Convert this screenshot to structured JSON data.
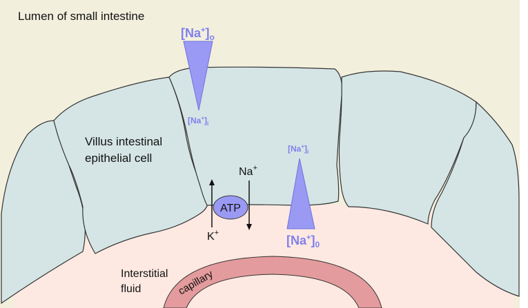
{
  "labels": {
    "lumen": "Lumen of small intestine",
    "cell_line1": "Villus intestinal",
    "cell_line2": "epithelial cell",
    "interstitial_line1": "Interstitial",
    "interstitial_line2": "fluid",
    "capillary": "capillary",
    "na_plus": "Na",
    "k_plus": "K",
    "plus": "+",
    "atp": "ATP"
  },
  "gradient_apical": {
    "top_label": "[Na",
    "top_sub": "o",
    "bottom_label": "[Na",
    "bottom_sub": "i"
  },
  "gradient_basal": {
    "top_label": "[Na",
    "top_sub": "i",
    "bottom_label": "[Na",
    "bottom_sub": "0"
  },
  "bracket_plus": "+]",
  "colors": {
    "lumen": "#f2efdd",
    "cell": "#d5e5e5",
    "interstitial": "#fde9e1",
    "capillary": "#e49b9d",
    "gradient": "#9a9af4",
    "gradient_text": "#8080ee",
    "atp": "#9a9af4"
  }
}
